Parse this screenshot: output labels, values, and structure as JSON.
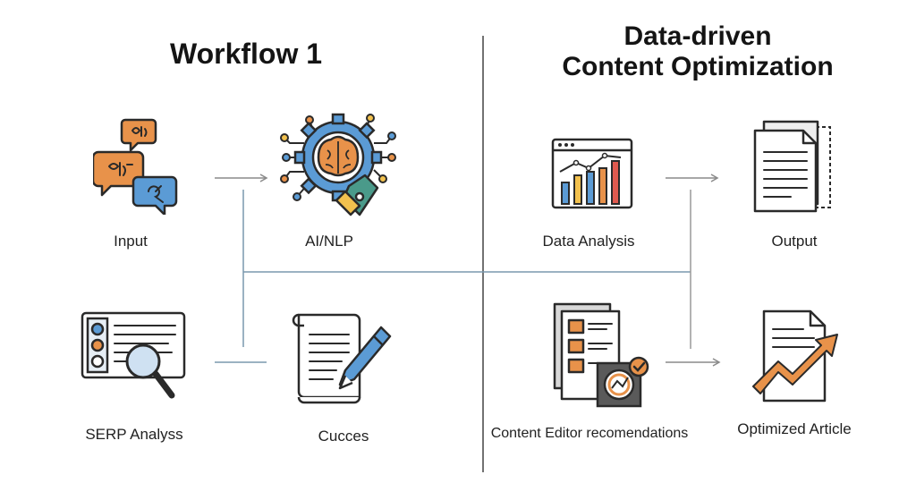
{
  "titles": {
    "left": "Workflow 1",
    "right_line1": "Data-driven",
    "right_line2": "Content Optimization"
  },
  "nodes": {
    "input": "Input",
    "ai_nlp": "AI/NLP",
    "serp": "SERP Analyss",
    "cucces": "Cucces",
    "data_analysis": "Data Analysis",
    "output": "Output",
    "content_editor": "Content Editor recomendations",
    "optimized_article": "Optimized Article"
  },
  "icons": {
    "input": "chat-bubbles-icon",
    "ai_nlp": "brain-gear-pen-icon",
    "serp": "search-results-icon",
    "cucces": "document-pen-icon",
    "data_analysis": "bar-chart-window-icon",
    "output": "document-stack-icon",
    "content_editor": "editor-document-icon",
    "optimized_article": "growth-article-icon"
  },
  "colors": {
    "orange": "#e8924a",
    "blue": "#5b9bd5",
    "red": "#e05a4f",
    "yellow": "#f2c14e",
    "teal": "#4a9a8a",
    "line": "#7a98ad",
    "dark": "#2a2a2a"
  }
}
